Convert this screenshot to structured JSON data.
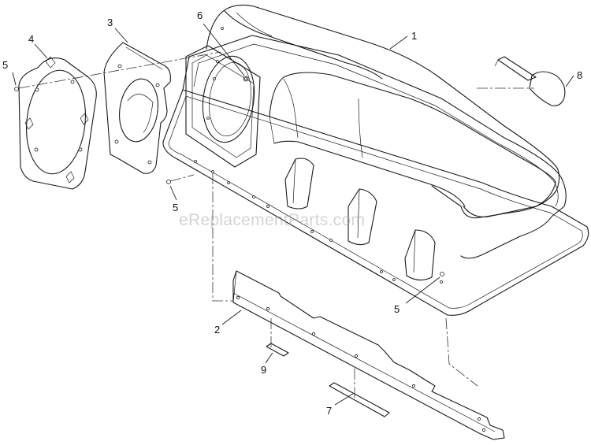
{
  "watermark": "eReplacementParts.com",
  "callouts": [
    {
      "id": "c1",
      "label": "1"
    },
    {
      "id": "c2",
      "label": "2"
    },
    {
      "id": "c3",
      "label": "3"
    },
    {
      "id": "c4",
      "label": "4"
    },
    {
      "id": "c5a",
      "label": "5"
    },
    {
      "id": "c5b",
      "label": "5"
    },
    {
      "id": "c5c",
      "label": "5"
    },
    {
      "id": "c6",
      "label": "6"
    },
    {
      "id": "c7",
      "label": "7"
    },
    {
      "id": "c8",
      "label": "8"
    },
    {
      "id": "c9",
      "label": "9"
    }
  ]
}
